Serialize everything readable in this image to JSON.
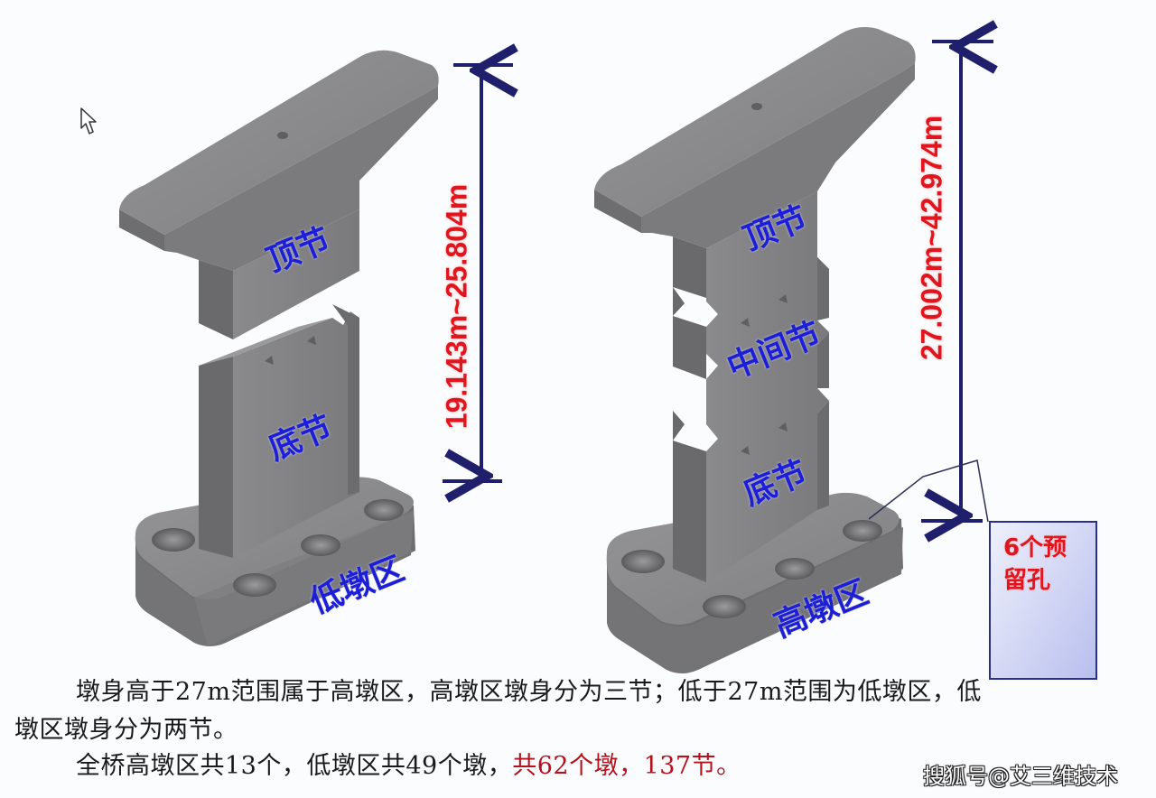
{
  "colors": {
    "background": "#fbfcfe",
    "concrete_light": "#8d8d8f",
    "concrete_mid": "#7b7b7d",
    "concrete_dark": "#5e5e60",
    "label_blue": "#1c1fd6",
    "dimension_navy": "#1f1f6b",
    "dimension_text_red": "#e0151e",
    "caption_red": "#b5121b",
    "callout_fill": "#c7ccf2"
  },
  "left_pier": {
    "segment_top_label": "顶节",
    "segment_bottom_label": "底节",
    "zone_label": "低墩区",
    "height_range": "19.143m~25.804m"
  },
  "right_pier": {
    "segment_top_label": "顶节",
    "segment_middle_label": "中间节",
    "segment_bottom_label": "底节",
    "zone_label": "高墩区",
    "height_range": "27.002m~42.974m"
  },
  "callout": {
    "line1": "6个预",
    "line2": "留孔"
  },
  "caption": {
    "para1_line1": "墩身高于27m范围属于高墩区，高墩区墩身分为三节；低于27m范围为低墩区，低",
    "para1_line2": "墩区墩身分为两节。",
    "para2_normal": "全桥高墩区共13个，低墩区共49个墩，",
    "para2_highlight": "共62个墩，137节。"
  },
  "watermark": "搜狐号@艾三维技术",
  "icons": {
    "cursor": "mouse-pointer-arrow-icon"
  }
}
